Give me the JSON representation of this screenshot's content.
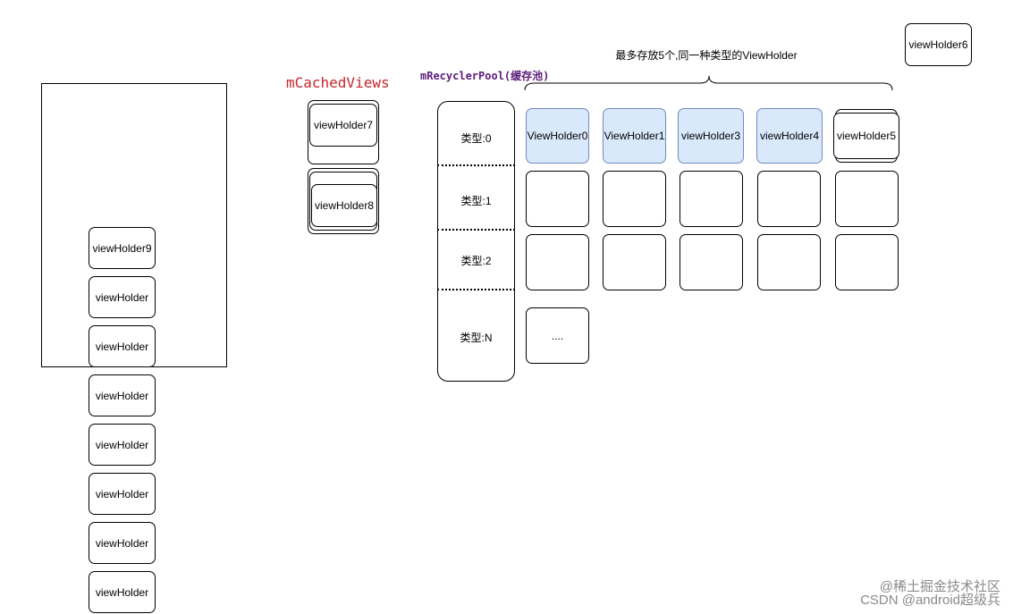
{
  "labels": {
    "cached_views": "mCachedViews",
    "recycler_pool": "mRecyclerPool(缓存池)",
    "max_note": "最多存放5个,同一种类型的ViewHolder",
    "dots": "...."
  },
  "screen_list": {
    "items": [
      "viewHolder9",
      "viewHolder",
      "viewHolder",
      "viewHolder",
      "viewHolder",
      "viewHolder",
      "viewHolder",
      "viewHolder"
    ]
  },
  "cached_views": {
    "items": [
      "viewHolder7",
      "viewHolder8"
    ]
  },
  "pool": {
    "types": [
      "类型:0",
      "类型:1",
      "类型:2",
      "类型:N"
    ],
    "type0_holders": [
      "ViewHolder0",
      "ViewHolder1",
      "viewHolder3",
      "viewHolder4",
      "viewHolder5"
    ]
  },
  "floating_holder": "viewHolder6",
  "watermark": {
    "line1": "@稀土掘金技术社区",
    "line2": "CSDN @android超级兵"
  },
  "colors": {
    "cached_label": "#c6262e",
    "pool_label": "#5b1d7a",
    "holder_fill": "#dae8fc",
    "holder_border": "#6c8ebf"
  }
}
